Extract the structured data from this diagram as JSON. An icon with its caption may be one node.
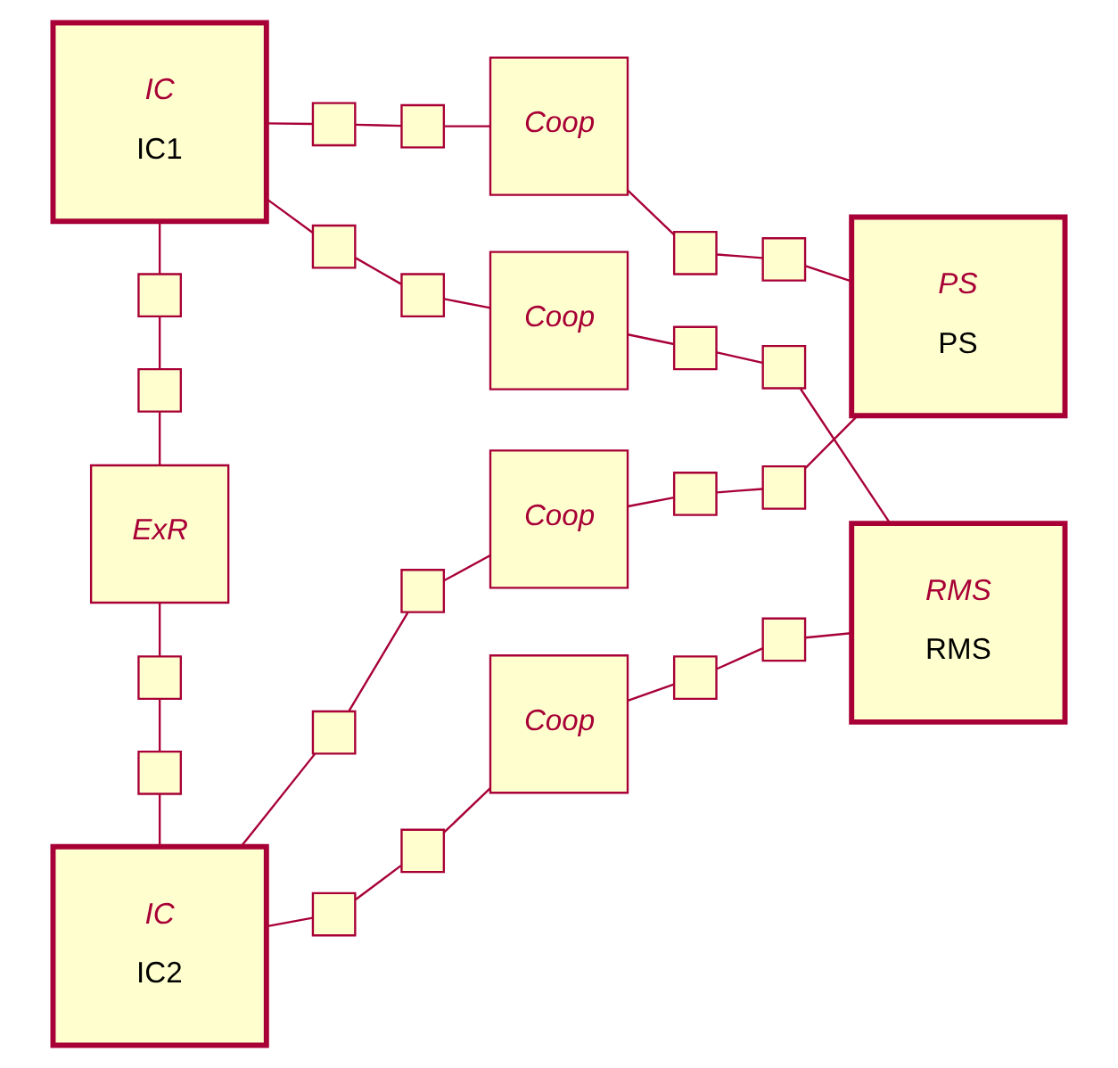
{
  "diagram": {
    "nodes": [
      {
        "text": [
          "IC",
          "IC1"
        ]
      },
      {
        "text": [
          "PS",
          "PS"
        ]
      },
      {
        "text": [
          "IC",
          "IC2"
        ]
      },
      {
        "text": [
          "RMS",
          "RMS"
        ]
      },
      {
        "text": [
          "ExR"
        ]
      },
      {
        "text": [
          "Coop"
        ]
      },
      {
        "text": [
          "Coop"
        ]
      },
      {
        "text": [
          "Coop"
        ]
      },
      {
        "text": [
          "Coop"
        ]
      },
      {
        "text": [],
        "shape": "box"
      },
      {
        "text": [],
        "shape": "box"
      },
      {
        "text": [],
        "shape": "box"
      },
      {
        "text": [],
        "shape": "box"
      },
      {
        "text": [],
        "shape": "box"
      },
      {
        "text": [],
        "shape": "box"
      },
      {
        "text": [],
        "shape": "box"
      },
      {
        "text": [],
        "shape": "box"
      },
      {
        "text": [],
        "shape": "box"
      },
      {
        "text": [],
        "shape": "box"
      },
      {
        "text": [],
        "shape": "box"
      },
      {
        "text": [],
        "shape": "box"
      },
      {
        "text": [],
        "shape": "box"
      },
      {
        "text": [],
        "shape": "box"
      },
      {
        "text": [],
        "shape": "box"
      },
      {
        "text": [],
        "shape": "box"
      },
      {
        "text": [],
        "shape": "box"
      },
      {
        "text": [],
        "shape": "box"
      },
      {
        "text": [],
        "shape": "box"
      },
      {
        "text": [],
        "shape": "box"
      }
    ],
    "edges": [
      {
        "from": 0,
        "to": 9,
        "arrow": "none"
      },
      {
        "from": 9,
        "to": 10,
        "arrow": "none"
      },
      {
        "from": 10,
        "to": 4,
        "arrow": "none"
      },
      {
        "from": 4,
        "to": 11,
        "arrow": "none"
      },
      {
        "from": 11,
        "to": 12,
        "arrow": "none"
      },
      {
        "from": 12,
        "to": 2,
        "arrow": "none"
      },
      {
        "from": 0,
        "to": 13,
        "arrow": "none"
      },
      {
        "from": 13,
        "to": 14,
        "arrow": "none"
      },
      {
        "from": 14,
        "to": 5,
        "arrow": "none"
      },
      {
        "from": 5,
        "to": 15,
        "arrow": "none"
      },
      {
        "from": 15,
        "to": 16,
        "arrow": "none"
      },
      {
        "from": 16,
        "to": 1,
        "arrow": "none"
      },
      {
        "from": 0,
        "to": 17,
        "arrow": "none"
      },
      {
        "from": 17,
        "to": 18,
        "arrow": "none"
      },
      {
        "from": 18,
        "to": 6,
        "arrow": "none"
      },
      {
        "from": 6,
        "to": 19,
        "arrow": "none"
      },
      {
        "from": 19,
        "to": 20,
        "arrow": "none"
      },
      {
        "from": 20,
        "to": 3,
        "arrow": "none"
      },
      {
        "from": 2,
        "to": 21,
        "arrow": "none"
      },
      {
        "from": 21,
        "to": 22,
        "arrow": "none"
      },
      {
        "from": 22,
        "to": 7,
        "arrow": "none"
      },
      {
        "from": 7,
        "to": 23,
        "arrow": "none"
      },
      {
        "from": 23,
        "to": 24,
        "arrow": "none"
      },
      {
        "from": 24,
        "to": 1,
        "arrow": "none"
      },
      {
        "from": 2,
        "to": 25,
        "arrow": "none"
      },
      {
        "from": 25,
        "to": 26,
        "arrow": "none"
      },
      {
        "from": 26,
        "to": 8,
        "arrow": "none"
      },
      {
        "from": 8,
        "to": 27,
        "arrow": "none"
      },
      {
        "from": 27,
        "to": 28,
        "arrow": "none"
      },
      {
        "from": 28,
        "to": 3,
        "arrow": "none"
      }
    ]
  }
}
